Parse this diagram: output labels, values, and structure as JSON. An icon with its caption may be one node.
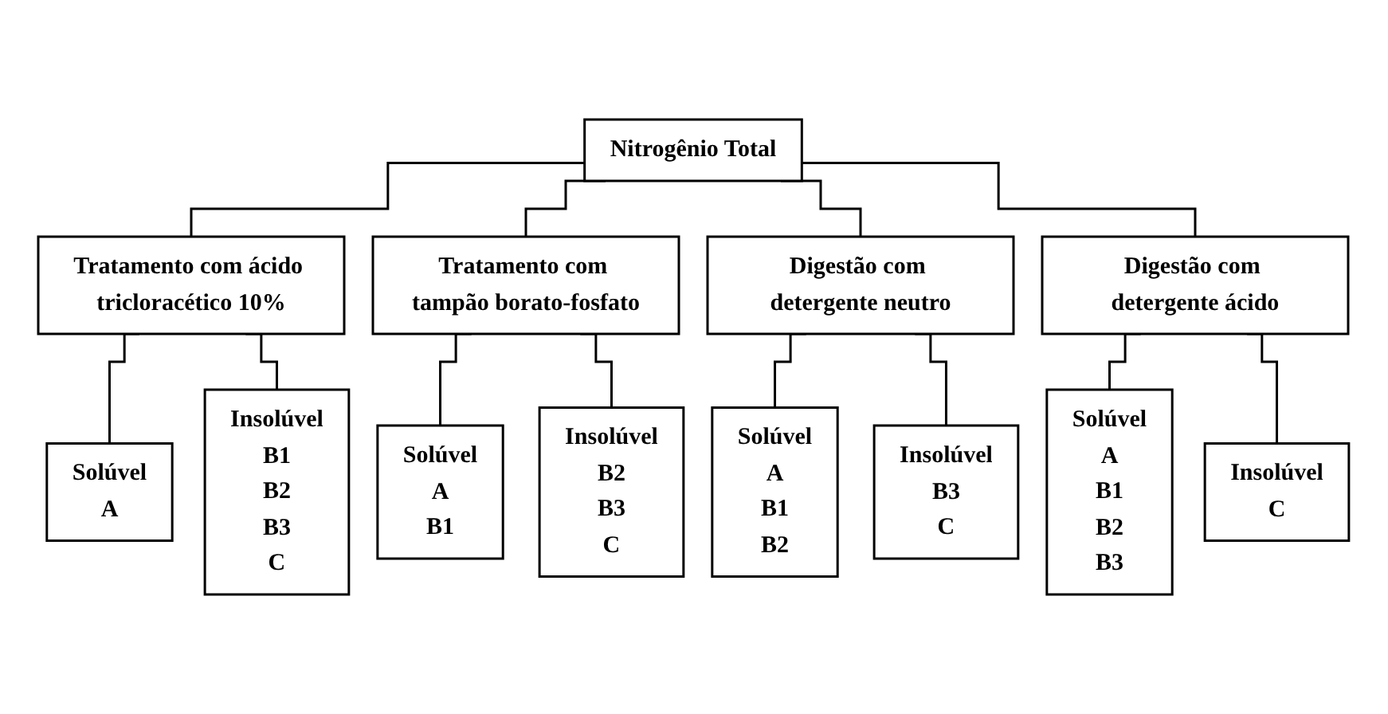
{
  "diagram": {
    "nodes": [
      {
        "text": [
          "Nitrogênio Total"
        ]
      },
      {
        "text": [
          "Tratamento com ácido tricloracético 10%"
        ]
      },
      {
        "text": [
          "Tratamento com tampão borato-fosfato"
        ]
      },
      {
        "text": [
          "Digestão com detergente neutro"
        ]
      },
      {
        "text": [
          "Digestão com detergente ácido"
        ]
      },
      {
        "text": [
          "Solúvel",
          "A"
        ]
      },
      {
        "text": [
          "Insolúvel",
          "B1",
          "B2",
          "B3",
          "C"
        ]
      },
      {
        "text": [
          "Solúvel",
          "A",
          "B1"
        ]
      },
      {
        "text": [
          "Insolúvel",
          "B2",
          "B3",
          "C"
        ]
      },
      {
        "text": [
          "Solúvel",
          "A",
          "B1",
          "B2"
        ]
      },
      {
        "text": [
          "Insolúvel",
          "B3",
          "C"
        ]
      },
      {
        "text": [
          "Solúvel",
          "A",
          "B1",
          "B2",
          "B3"
        ]
      },
      {
        "text": [
          "Insolúvel",
          "C"
        ]
      }
    ],
    "edges": [
      {
        "from": 0,
        "to": 1,
        "arrow": "none"
      },
      {
        "from": 0,
        "to": 2,
        "arrow": "none"
      },
      {
        "from": 0,
        "to": 3,
        "arrow": "none"
      },
      {
        "from": 0,
        "to": 4,
        "arrow": "none"
      },
      {
        "from": 1,
        "to": 5,
        "arrow": "none"
      },
      {
        "from": 1,
        "to": 6,
        "arrow": "none"
      },
      {
        "from": 2,
        "to": 7,
        "arrow": "none"
      },
      {
        "from": 2,
        "to": 8,
        "arrow": "none"
      },
      {
        "from": 3,
        "to": 9,
        "arrow": "none"
      },
      {
        "from": 3,
        "to": 10,
        "arrow": "none"
      },
      {
        "from": 4,
        "to": 11,
        "arrow": "none"
      },
      {
        "from": 4,
        "to": 12,
        "arrow": "none"
      }
    ]
  }
}
